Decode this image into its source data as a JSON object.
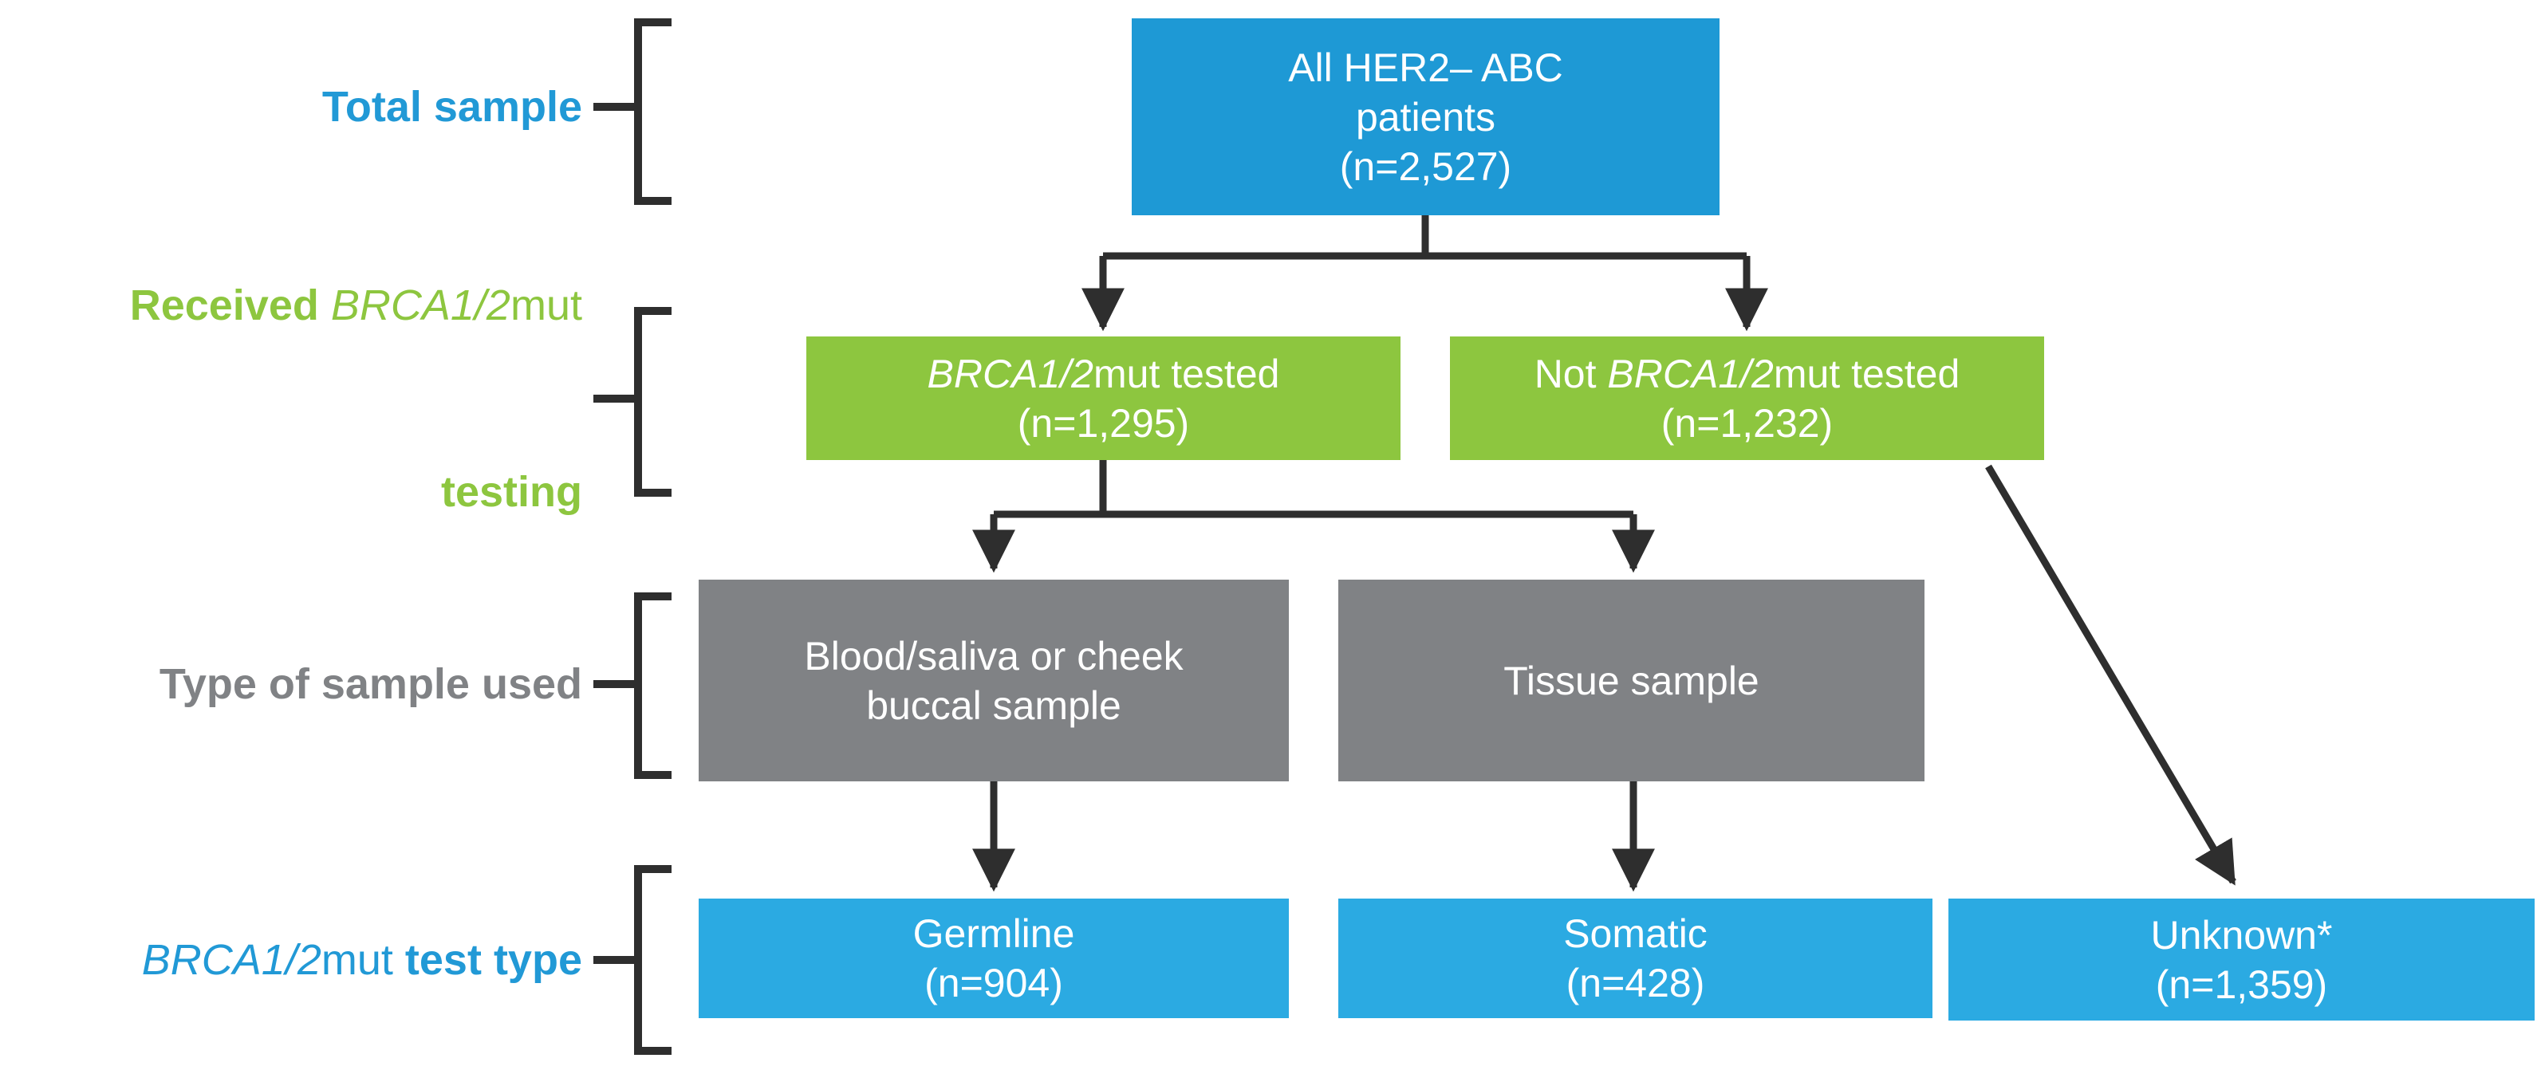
{
  "figure": {
    "type": "patient-flow-diagram",
    "colors": {
      "box_blue_top": "#1E99D5",
      "box_blue_bottom": "#2BAAE2",
      "box_green": "#8DC63F",
      "box_gray": "#808285",
      "label_blue": "#2199D6",
      "label_green": "#8DC63F",
      "label_gray": "#808285",
      "connector": "#2E2E2E",
      "box_text": "#FFFFFF"
    }
  },
  "row_labels": {
    "row1": {
      "text": "Total sample"
    },
    "row2": {
      "line1": {
        "bold": "Received ",
        "italic": "BRCA1/2",
        "normal": "mut"
      },
      "line2": "testing"
    },
    "row3": {
      "text": "Type of sample used"
    },
    "row4": {
      "italic": "BRCA1/2",
      "normal": "mut ",
      "bold": "test type"
    }
  },
  "boxes": {
    "total": {
      "line1": "All HER2– ABC",
      "line2": "patients",
      "line3": "(n=2,527)"
    },
    "tested": {
      "italic": "BRCA1/2",
      "rest": "mut tested",
      "count": "(n=1,295)"
    },
    "not_tested": {
      "prefix": "Not ",
      "italic": "BRCA1/2",
      "rest": "mut tested",
      "count": "(n=1,232)"
    },
    "blood": {
      "line1": "Blood/saliva or cheek",
      "line2": "buccal sample"
    },
    "tissue": {
      "line1": "Tissue sample"
    },
    "germline": {
      "line1": "Germline",
      "count": "(n=904)"
    },
    "somatic": {
      "line1": "Somatic",
      "count": "(n=428)"
    },
    "unknown": {
      "line1": "Unknown*",
      "count": "(n=1,359)"
    }
  }
}
